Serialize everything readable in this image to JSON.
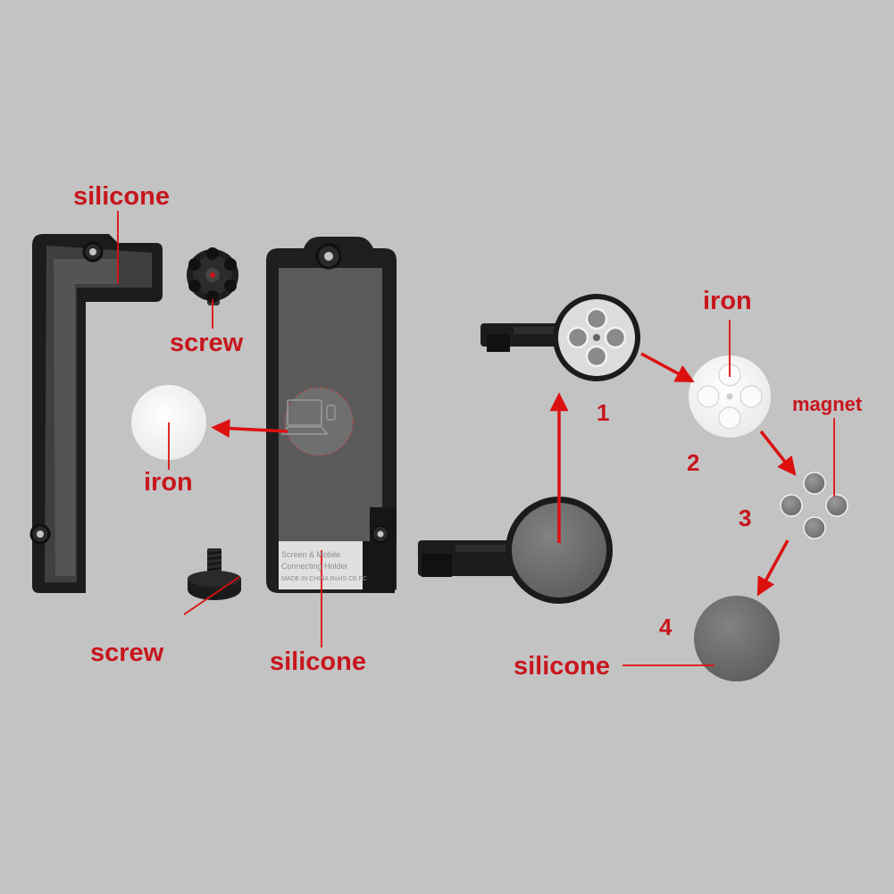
{
  "labels": {
    "silicone_top": "silicone",
    "screw_top": "screw",
    "iron_left": "iron",
    "screw_bottom": "screw",
    "silicone_bottom": "silicone",
    "iron_right": "iron",
    "magnet": "magnet",
    "silicone_right": "silicone"
  },
  "steps": [
    "1",
    "2",
    "3",
    "4"
  ],
  "product_print": {
    "line1": "Screen & Mobile",
    "line2": "Connecting Holder",
    "line3": "MADE IN CHINA  RoHS CE FC"
  },
  "colors": {
    "background": "#c3c3c3",
    "label_red": "#c8161d",
    "arrow_red": "#dd1010",
    "plastic_black": "#1c1c1c",
    "silicone_grey": "#6d6d6d",
    "iron_white": "#f7f7f7",
    "metal_silver": "#d9d9d9"
  },
  "icons": [
    "laptop-icon",
    "phone-icon"
  ]
}
